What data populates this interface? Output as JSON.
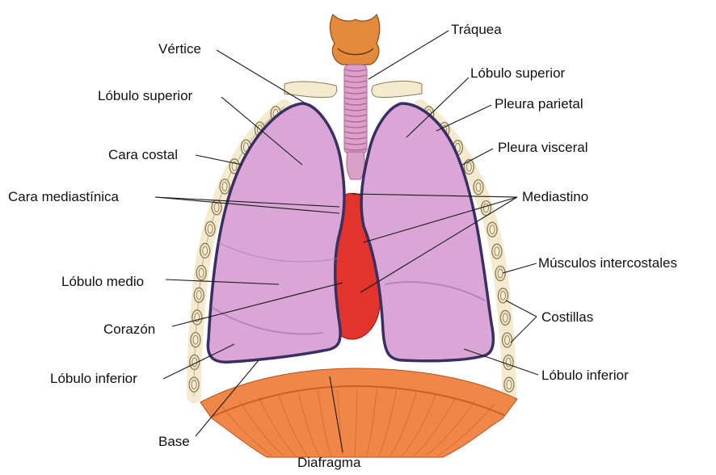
{
  "colors": {
    "lung": "#d9a6d6",
    "lung_dark": "#b37fb4",
    "lung_outline": "#3a2f63",
    "heart": "#e2342b",
    "heart_dark": "#b31d18",
    "trachea": "#dca0c8",
    "larynx": "#e38a3c",
    "diaphragm": "#ee8747",
    "diaphragm_dark": "#cf5e25",
    "rib": "#f3ead0",
    "rib_outline": "#8a7a4e"
  },
  "labels": {
    "traquea": "Tráquea",
    "vertice": "Vértice",
    "lobulo_superior_left": "Lóbulo superior",
    "lobulo_superior_right": "Lóbulo superior",
    "pleura_parietal": "Pleura parietal",
    "pleura_visceral": "Pleura visceral",
    "cara_costal": "Cara costal",
    "cara_mediastinica": "Cara mediastínica",
    "mediastino": "Mediastino",
    "musculos_intercostales": "Músculos intercostales",
    "lobulo_medio": "Lóbulo medio",
    "costillas": "Costillas",
    "corazon": "Corazón",
    "lobulo_inferior_left": "Lóbulo inferior",
    "lobulo_inferior_right": "Lóbulo inferior",
    "base": "Base",
    "diafragma": "Diafragma"
  }
}
